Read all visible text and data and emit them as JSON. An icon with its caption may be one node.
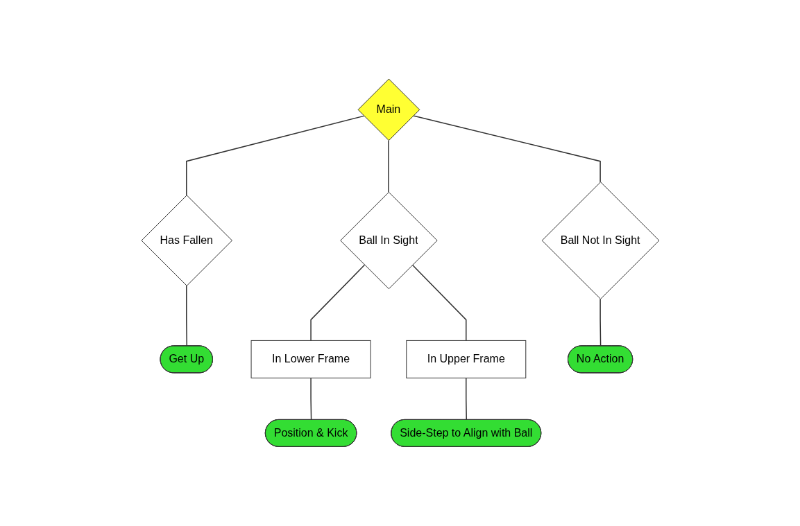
{
  "diagram": {
    "nodes": [
      {
        "text": [
          "Main"
        ]
      },
      {
        "text": [
          "Has Fallen"
        ]
      },
      {
        "text": [
          "Ball In Sight"
        ]
      },
      {
        "text": [
          "Ball Not In Sight"
        ]
      },
      {
        "text": [
          "Get Up"
        ]
      },
      {
        "text": [
          "In Lower Frame"
        ]
      },
      {
        "text": [
          "In Upper Frame"
        ]
      },
      {
        "text": [
          "Position & Kick"
        ]
      },
      {
        "text": [
          "Side-Step to Align with Ball"
        ]
      },
      {
        "text": [
          "No Action"
        ]
      }
    ],
    "edges": [
      {
        "from": 0,
        "to": 1,
        "arrow": "none"
      },
      {
        "from": 0,
        "to": 2,
        "arrow": "none"
      },
      {
        "from": 0,
        "to": 3,
        "arrow": "none"
      },
      {
        "from": 1,
        "to": 4,
        "arrow": "none"
      },
      {
        "from": 2,
        "to": 5,
        "arrow": "none"
      },
      {
        "from": 2,
        "to": 6,
        "arrow": "none"
      },
      {
        "from": 5,
        "to": 7,
        "arrow": "none"
      },
      {
        "from": 6,
        "to": 8,
        "arrow": "none"
      },
      {
        "from": 3,
        "to": 9,
        "arrow": "none"
      }
    ]
  }
}
